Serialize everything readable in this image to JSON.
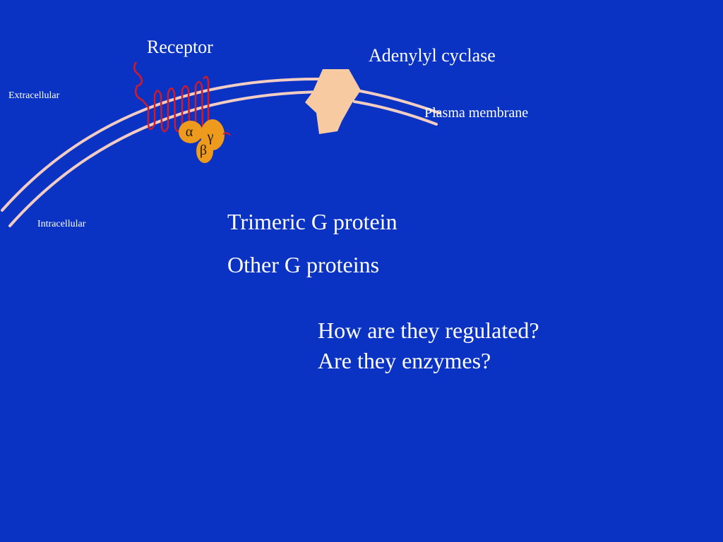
{
  "colors": {
    "background": "#0a33c4",
    "membrane": "#f3cdc2",
    "receptor": "#d41a27",
    "g_protein": "#ee9a1c",
    "adenylyl_cyclase": "#f8caa2",
    "text": "#ffffff",
    "subunit_text": "#1a1a1a"
  },
  "icons": {
    "receptor": "seven-pass-transmembrane-receptor-icon",
    "g_protein": "trimeric-g-protein-icon",
    "adenylyl_cyclase": "adenylyl-cyclase-blob-icon",
    "membrane": "lipid-bilayer-icon"
  },
  "labels": {
    "receptor": "Receptor",
    "adenylyl_cyclase": "Adenylyl cyclase",
    "plasma_membrane": "Plasma membrane",
    "extracellular": "Extracellular",
    "intracellular": "Intracellular"
  },
  "subunits": {
    "alpha": "α",
    "beta": "β",
    "gamma": "γ"
  },
  "body": {
    "trimeric": "Trimeric G protein",
    "other": "Other G proteins",
    "question_1": "How are they regulated?",
    "question_2": "Are they enzymes?"
  }
}
